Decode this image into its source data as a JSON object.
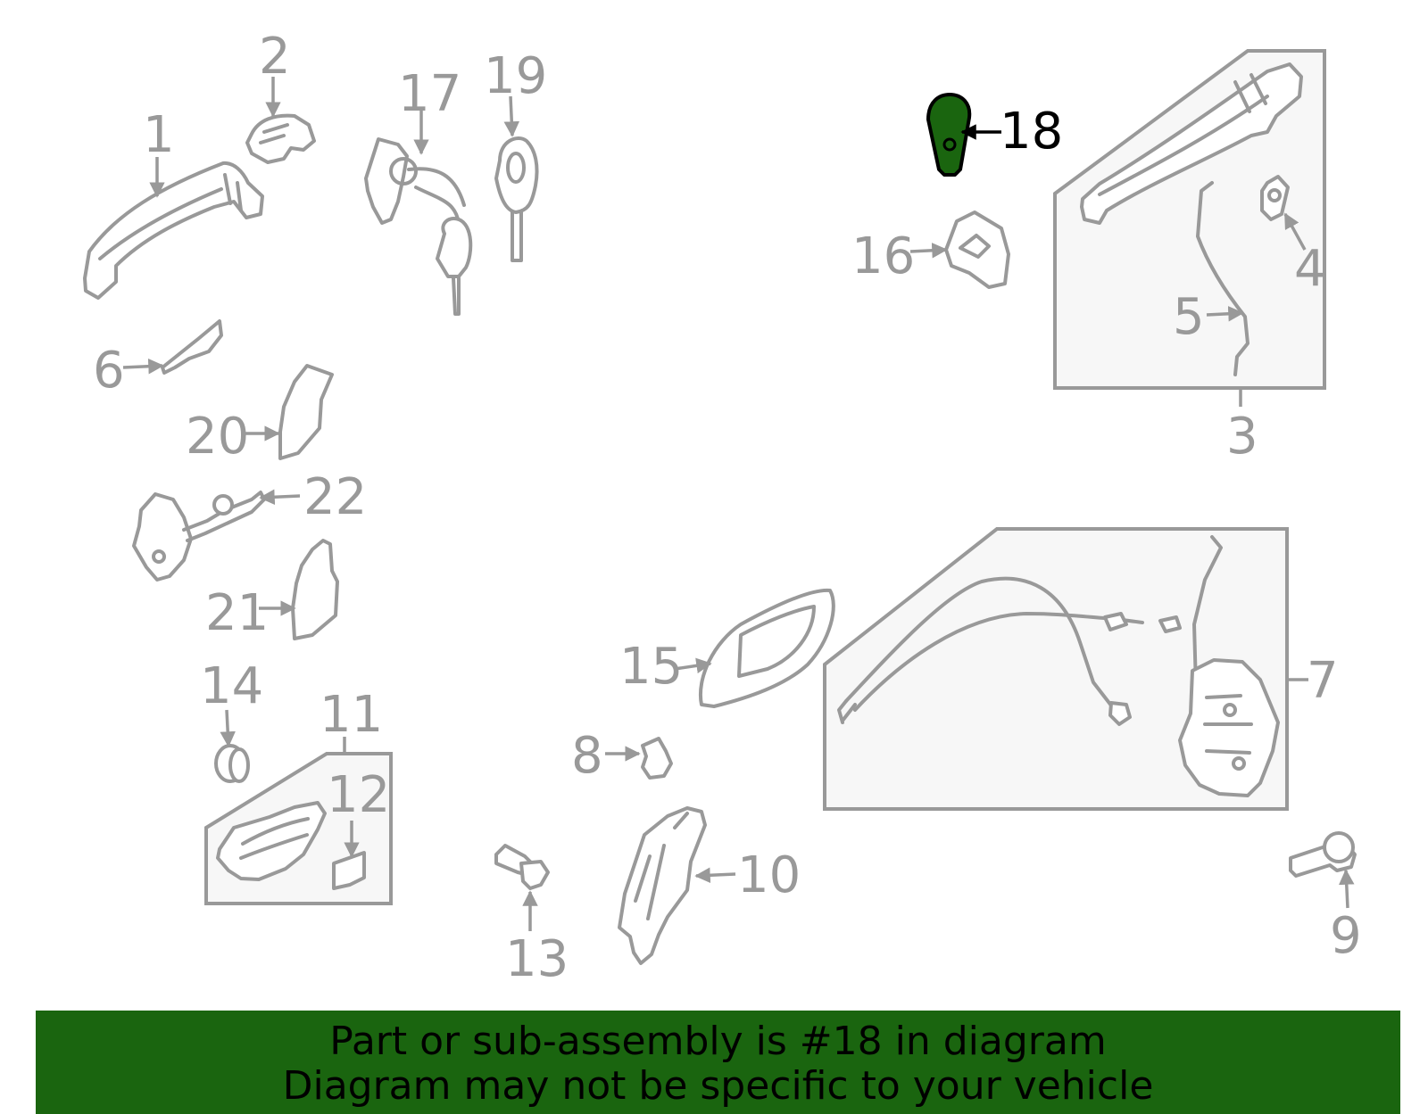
{
  "highlight_part": "18",
  "colors": {
    "highlight": "#1a650f",
    "line": "#999999",
    "banner": "#1a650f"
  },
  "callouts": {
    "c1": "1",
    "c2": "2",
    "c3": "3",
    "c4": "4",
    "c5": "5",
    "c6": "6",
    "c7": "7",
    "c8": "8",
    "c9": "9",
    "c10": "10",
    "c11": "11",
    "c12": "12",
    "c13": "13",
    "c14": "14",
    "c15": "15",
    "c16": "16",
    "c17": "17",
    "c18": "18",
    "c19": "19",
    "c20": "20",
    "c21": "21",
    "c22": "22"
  },
  "banner": {
    "line1": "Part or sub-assembly is #18 in diagram",
    "line2": "Diagram may not be specific to your vehicle"
  }
}
